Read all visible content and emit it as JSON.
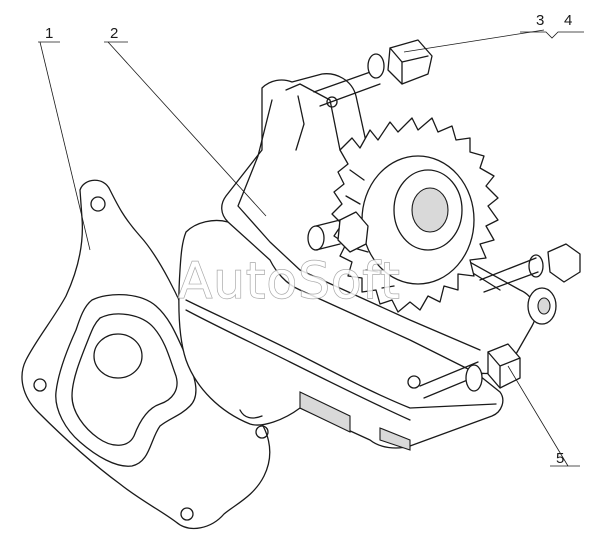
{
  "callouts": {
    "c1": "1",
    "c2": "2",
    "c3": "3",
    "c4": "4",
    "c5": "5"
  },
  "watermark": "AutoSoft"
}
